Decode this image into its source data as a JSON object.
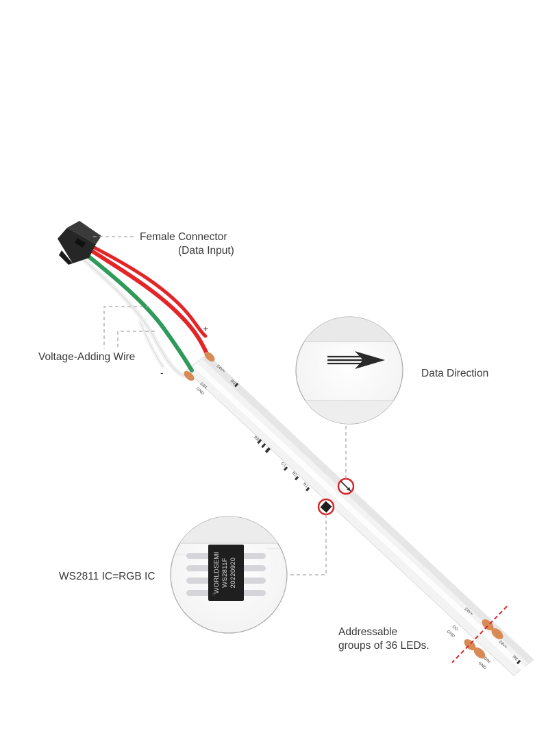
{
  "callouts": {
    "female_connector": [
      "Female Connector",
      "(Data Input)"
    ],
    "voltage_wire": "Voltage-Adding Wire",
    "data_direction": "Data Direction",
    "ic": "WS2811 IC=RGB IC",
    "groups": [
      "Addressable",
      "groups of 36 LEDs."
    ]
  },
  "wire_marks": {
    "plus": "+",
    "minus": "-"
  },
  "pcb_labels": {
    "top_24v": "24V+",
    "top_r8": "R8",
    "top_din": "DIN",
    "top_gnd": "GND",
    "mid_rr": "RR",
    "mid_c1": "C1",
    "mid_r2": "R2",
    "mid_r1": "R1",
    "cut_24v_left": "24V+",
    "cut_do": "DO",
    "cut_gnd_left": "GND",
    "cut_24v_right": "24V+",
    "cut_din": "DIN",
    "cut_gnd_right": "GND",
    "cut_r8": "R8"
  },
  "chip_text": [
    "WORLDSEMI",
    "WS2811F",
    "20220920"
  ],
  "colors": {
    "wire_red": "#e32528",
    "wire_green": "#2f9a5a",
    "wire_white": "#f1f1f1",
    "pad_copper": "#d88a55",
    "cut_line": "#d8262a",
    "marker_red": "#d8262a",
    "connector": "#262626",
    "leader": "#a6a6a6"
  },
  "icons": [
    "connector-icon",
    "arrow-icon",
    "chip-icon",
    "cut-line-icon"
  ]
}
